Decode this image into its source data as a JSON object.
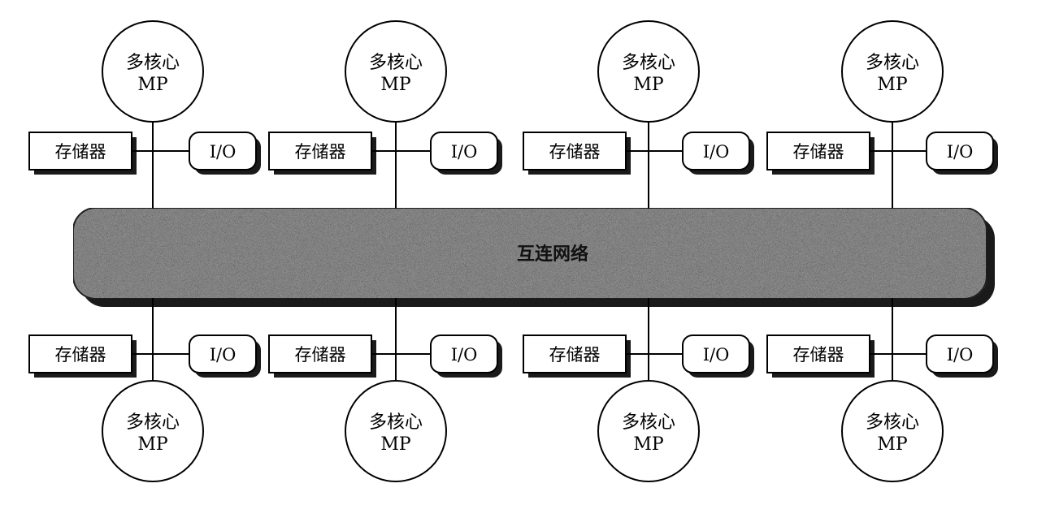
{
  "diagram": {
    "network_label": "互连网络",
    "processor_line1": "多核心",
    "processor_line2": "MP",
    "memory_label": "存储器",
    "io_label": "I/O",
    "colors": {
      "line": "#000000",
      "shadow": "#1a1a1a",
      "network_fill": "#8c8c8c",
      "box_fill": "#ffffff"
    }
  }
}
